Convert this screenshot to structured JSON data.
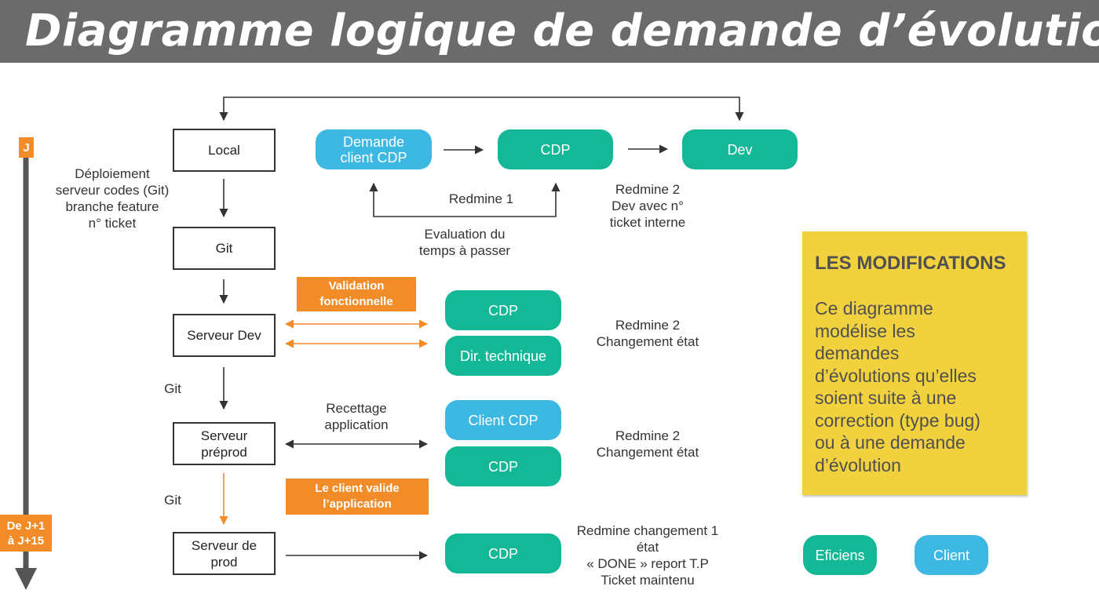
{
  "header": {
    "title": "Diagramme logique de demande d’évolution"
  },
  "timeline": {
    "start_label": "J",
    "end_label": "De J+1\nà J+15"
  },
  "left_annotation": "Déploiement\nserveur codes (Git)\nbranche feature\nn° ticket",
  "git_labels": [
    "Git",
    "Git"
  ],
  "stages": {
    "local": "Local",
    "git": "Git",
    "server_dev": "Serveur Dev",
    "server_preprod": "Serveur\npréprod",
    "server_prod": "Serveur de\nprod"
  },
  "top_flow": {
    "demande_client": "Demande\nclient CDP",
    "cdp": "CDP",
    "dev": "Dev",
    "redmine1": "Redmine 1",
    "evaluation": "Evaluation du\ntemps à passer",
    "redmine2": "Redmine 2\nDev avec n°\nticket interne"
  },
  "dev_block": {
    "validation": "Validation\nfonctionnelle",
    "cdp": "CDP",
    "dir_tech": "Dir. technique",
    "redmine": "Redmine 2\nChangement état"
  },
  "preprod_block": {
    "recettage": "Recettage\napplication",
    "client_cdp": "Client CDP",
    "cdp": "CDP",
    "redmine": "Redmine 2\nChangement état",
    "client_valide": "Le client valide\nl’application"
  },
  "prod_block": {
    "cdp": "CDP",
    "redmine": "Redmine changement 1\nétat\n« DONE » report T.P\nTicket maintenu"
  },
  "note": {
    "title": "LES MODIFICATIONS",
    "body": "Ce diagramme\nmodélise les\ndemandes\nd’évolutions qu’elles\nsoient suite à une\ncorrection (type bug)\nou à une demande\nd’évolution"
  },
  "legend": {
    "eficiens": "Eficiens",
    "client": "Client"
  },
  "colors": {
    "teal": "#14b896",
    "blue": "#3db8e3",
    "orange": "#f28c28",
    "yellow": "#f2d13e",
    "header": "#6b6b6b",
    "line": "#333333"
  }
}
